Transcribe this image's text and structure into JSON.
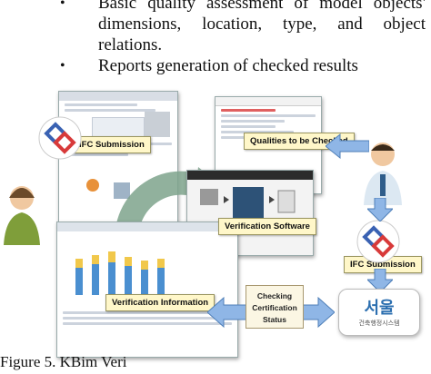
{
  "bullets": [
    {
      "marker": "•",
      "text": "Basic quality assessment of model objects' dimensions, location, type, and object relations."
    },
    {
      "marker": "•",
      "text": "Reports generation of checked results"
    }
  ],
  "figure": {
    "labels": {
      "ifc_submission_left": "IFC Submission",
      "qualities": "Qualities to be Checked",
      "verification_software": "Verification Software",
      "verification_information": "Verification Information",
      "ifc_submission_right": "IFC Submission",
      "status": "Checking Certification Status"
    },
    "logo_text": "서울",
    "logo_subtext": "건축행정시스템"
  },
  "caption": "Figure 5. KBim Veri"
}
